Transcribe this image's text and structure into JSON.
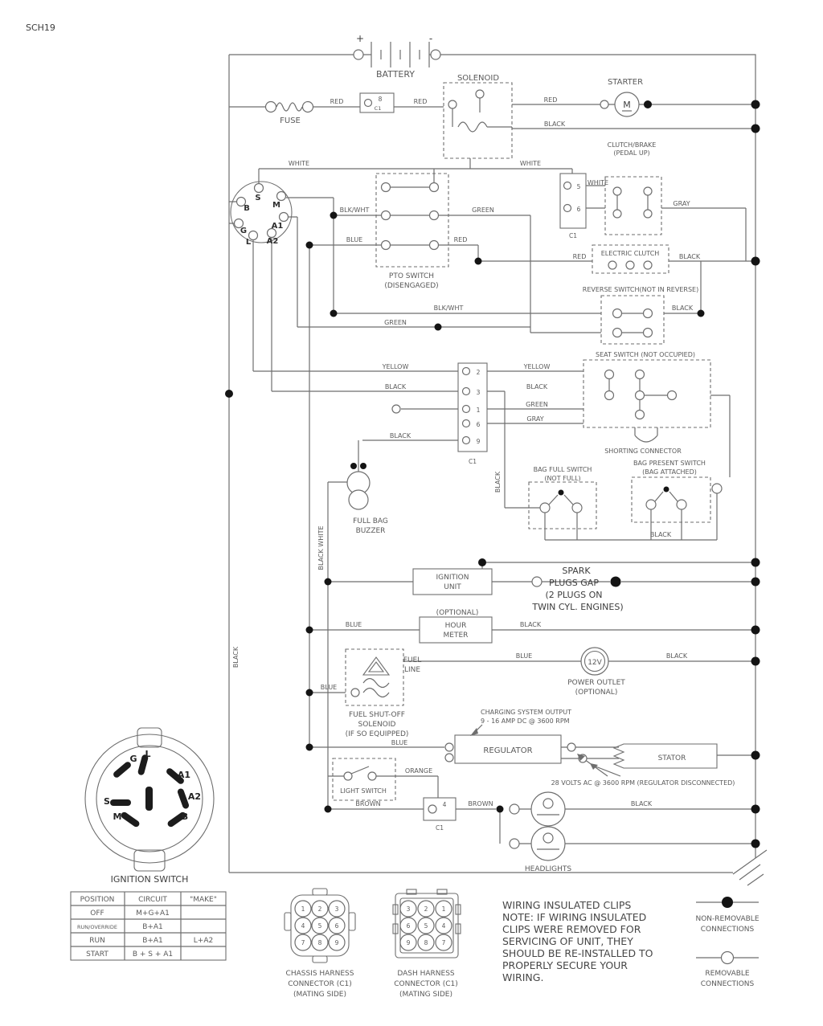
{
  "doc": {
    "code": "SCH19"
  },
  "battery": {
    "label": "BATTERY",
    "plus": "+",
    "minus": "-"
  },
  "comp": {
    "solenoid": "SOLENOID",
    "starter": "STARTER",
    "starter_motor": "M",
    "fuse": "FUSE",
    "clutch_brake_1": "CLUTCH/BRAKE",
    "clutch_brake_2": "(PEDAL UP)",
    "pto_1": "PTO SWITCH",
    "pto_2": "(DISENGAGED)",
    "electric_clutch": "ELECTRIC CLUTCH",
    "reverse_switch": "REVERSE SWITCH(NOT IN REVERSE)",
    "seat_switch": "SEAT SWITCH (NOT OCCUPIED)",
    "shorting_connector": "SHORTING CONNECTOR",
    "bag_present_1": "BAG PRESENT SWITCH",
    "bag_present_2": "(BAG ATTACHED)",
    "bag_full_1": "BAG FULL SWITCH",
    "bag_full_2": "(NOT FULL)",
    "buzzer_1": "FULL BAG",
    "buzzer_2": "BUZZER",
    "ignition_unit_1": "IGNITION",
    "ignition_unit_2": "UNIT",
    "spark_1": "SPARK",
    "spark_2": "PLUGS GAP",
    "spark_3": "(2 PLUGS ON",
    "spark_4": "TWIN CYL. ENGINES)",
    "optional": "(OPTIONAL)",
    "hour_1": "HOUR",
    "hour_2": "METER",
    "fuel_1": "FUEL",
    "fuel_2": "LINE",
    "twelve_v": "12V",
    "power_outlet_1": "POWER OUTLET",
    "power_outlet_2": "(OPTIONAL)",
    "fuel_shutoff_1": "FUEL SHUT-OFF",
    "fuel_shutoff_2": "SOLENOID",
    "fuel_shutoff_3": "(IF SO EQUIPPED)",
    "charging_1": "CHARGING SYSTEM OUTPUT",
    "charging_2": "9 - 16 AMP DC @ 3600 RPM",
    "regulator": "REGULATOR",
    "stator": "STATOR",
    "volts": "28 VOLTS AC @ 3600 RPM (REGULATOR DISCONNECTED)",
    "light_switch": "LIGHT SWITCH",
    "headlights": "HEADLIGHTS",
    "ignition_switch": "IGNITION SWITCH"
  },
  "pins": {
    "p8": "8",
    "p5": "5",
    "p6": "6",
    "p4": "4",
    "c1": "C1",
    "m2": "2",
    "m3": "3",
    "m1": "1",
    "m6": "6",
    "m9": "9"
  },
  "key_top": {
    "b": "B",
    "s": "S",
    "m": "M",
    "g": "G",
    "l": "L",
    "a1": "A1",
    "a2": "A2"
  },
  "key_bottom": {
    "g": "G",
    "l": "L",
    "a1": "A1",
    "a2": "A2",
    "s": "S",
    "m": "M",
    "b": "B"
  },
  "wires": [
    "RED",
    "RED",
    "RED",
    "BLACK",
    "WHITE",
    "WHITE",
    "WHITE",
    "GRAY",
    "BLK/WHT",
    "GREEN",
    "BLUE",
    "RED",
    "RED",
    "BLACK",
    "BLK/WHT",
    "BLACK",
    "GREEN",
    "YELLOW",
    "BLACK",
    "BLACK",
    "YELLOW",
    "BLACK",
    "GREEN",
    "GRAY",
    "BLACK",
    "BLACK",
    "BLACK WHITE",
    "BLACK",
    "BLUE",
    "BLACK",
    "BLUE",
    "BLACK",
    "BLUE",
    "BLUE",
    "ORANGE",
    "BROWN",
    "BROWN",
    "BLACK"
  ],
  "table": {
    "headers": [
      "POSITION",
      "CIRCUIT",
      "\"MAKE\""
    ],
    "rows": [
      {
        "position": "OFF",
        "c1": "M+G+A1",
        "c2": ""
      },
      {
        "position": "RUN/OVERRIDE",
        "c1": "B+A1",
        "c2": ""
      },
      {
        "position": "RUN",
        "c1": "B+A1",
        "c2": "L+A2"
      },
      {
        "position": "START",
        "c1": "B + S + A1",
        "c2": ""
      }
    ]
  },
  "chassis": {
    "pins": [
      "1",
      "2",
      "3",
      "4",
      "5",
      "6",
      "7",
      "8",
      "9"
    ],
    "label_1": "CHASSIS HARNESS",
    "label_2": "CONNECTOR (C1)",
    "label_3": "(MATING SIDE)"
  },
  "dash": {
    "pins": [
      "3",
      "2",
      "1",
      "6",
      "5",
      "4",
      "9",
      "8",
      "7"
    ],
    "label_1": "DASH HARNESS",
    "label_2": "CONNECTOR (C1)",
    "label_3": "(MATING SIDE)"
  },
  "note": {
    "l1": "WIRING INSULATED CLIPS",
    "l2": "NOTE: IF WIRING INSULATED",
    "l3": "CLIPS WERE REMOVED FOR",
    "l4": "SERVICING OF UNIT, THEY",
    "l5": "SHOULD BE RE-INSTALLED TO",
    "l6": "PROPERLY SECURE YOUR",
    "l7": "WIRING."
  },
  "legend": {
    "non_1": "NON-REMOVABLE",
    "non_2": "CONNECTIONS",
    "rem_1": "REMOVABLE",
    "rem_2": "CONNECTIONS"
  },
  "colors": {
    "line": "#6e6e6e",
    "text": "#5a5a5a",
    "dot": "#141414"
  }
}
